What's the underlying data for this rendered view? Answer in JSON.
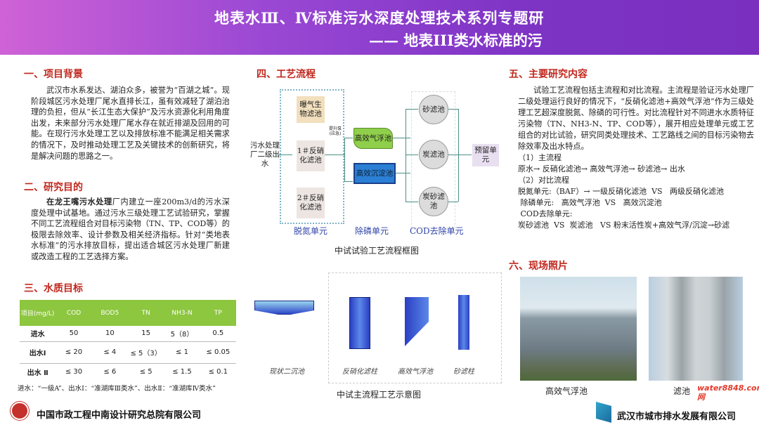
{
  "header": {
    "title": "地表水Ⅲ、Ⅳ标准污水深度处理技术系列专题研",
    "subtitle": "—— 地表III类水标准的污"
  },
  "section1": {
    "heading": "一、项目背景",
    "text": "武汉市水系发达、湖泊众多，被誉为“百湖之城”。现阶段城区污水处理厂尾水直排长江，虽有效减轻了湖泊治理的负担，但从“长江生态大保护”及污水资源化利用角度出发，未来部分污水处理厂尾水存在就近排湖及回用的可能。在现行污水处理工艺以及排放标准不能满足相关需求的情况下，及时推动处理工艺及关键技术的创新研究，将是解决问题的思路之一。"
  },
  "section2": {
    "heading": "二、研究目的",
    "bold": "在龙王嘴污水处理",
    "text": "厂内建立一座200m3/d的污水深度处理中试基地。通过污水三级处理工艺试验研究，掌握不同工艺流程组合对目标污染物（TN、TP、COD等）的极限去除效率、设计参数及相关经济指标。针对“类地表水标准”的污水排放目标，提出适合城区污水处理厂新建或改造工程的工艺选择方案。"
  },
  "section3": {
    "heading": "三、水质目标",
    "columns": [
      "项目(mg/L)",
      "COD",
      "BOD5",
      "TN",
      "NH3-N",
      "TP"
    ],
    "rows": [
      [
        "进水",
        "50",
        "10",
        "15",
        "5（8）",
        "0.5"
      ],
      [
        "出水Ⅰ",
        "≤ 20",
        "≤ 4",
        "≤ 5（3）",
        "≤ 1",
        "≤ 0.05"
      ],
      [
        "出水 Ⅱ",
        "≤ 30",
        "≤ 6",
        "≤ 5",
        "≤ 1.5",
        "≤ 0.1"
      ]
    ],
    "note": "进水：“一级A”、出水Ⅰ：“准湖库Ⅲ类水”、出水Ⅱ：“准湖库Ⅳ类水”"
  },
  "section4": {
    "heading": "四、工艺流程",
    "flow": {
      "inlet": "污水处理厂二级出水",
      "baf": "曝气生物滤池",
      "df1": "1＃反硝化滤池",
      "df2": "2＃反硝化滤池",
      "pump": "提升泵(应急)",
      "daf": "高效气浮池",
      "sed": "高效沉淀池",
      "sand": "砂滤池",
      "carbon": "炭滤池",
      "cs": "炭砂滤池",
      "reserve": "预留单元",
      "unit1": "脱氮单元",
      "unit2": "除磷单元",
      "unit3": "COD去除单元"
    },
    "caption1": "中试试验工艺流程框图",
    "schematic": {
      "labels": [
        "现状二沉池",
        "反硝化滤柱",
        "高效气浮池",
        "砂滤柱"
      ]
    },
    "caption2": "中试主流程工艺示意图"
  },
  "section5": {
    "heading": "五、主要研究内容",
    "text": "试验工艺流程包括主流程和对比流程。主流程是验证污水处理厂二级处理运行良好的情况下，“反硝化滤池+高效气浮池”作为三级处理工艺超深度脱氮、除磷的可行性。对比流程针对不同进水水质特征污染物（TN、NH3-N、TP、COD等），展开相应处理单元或工艺组合的对比试验，研究同类处理技术、工艺路线之间的目标污染物去除效率及出水特点。",
    "lines": [
      "（1）主流程",
      "原水→ 反硝化滤池→ 高效气浮池→ 砂滤池→ 出水",
      "（2）对比流程",
      "脱氮单元:（BAF）→ 一级反硝化滤池  VS   两级反硝化滤池",
      " 除磷单元:   高效气浮池  VS   高效沉淀池",
      " COD去除单元:",
      "炭砂滤池  VS  炭滤池   VS 粉末活性炭+高效气浮/沉淀→砂滤"
    ]
  },
  "section6": {
    "heading": "六、现场照片",
    "captions": [
      "高效气浮池",
      "滤池"
    ]
  },
  "footer": {
    "left": "中国市政工程中南设计研究总院有限公司",
    "right": "武汉市城市排水发展有限公司",
    "watermark": "water8848.com 网"
  }
}
